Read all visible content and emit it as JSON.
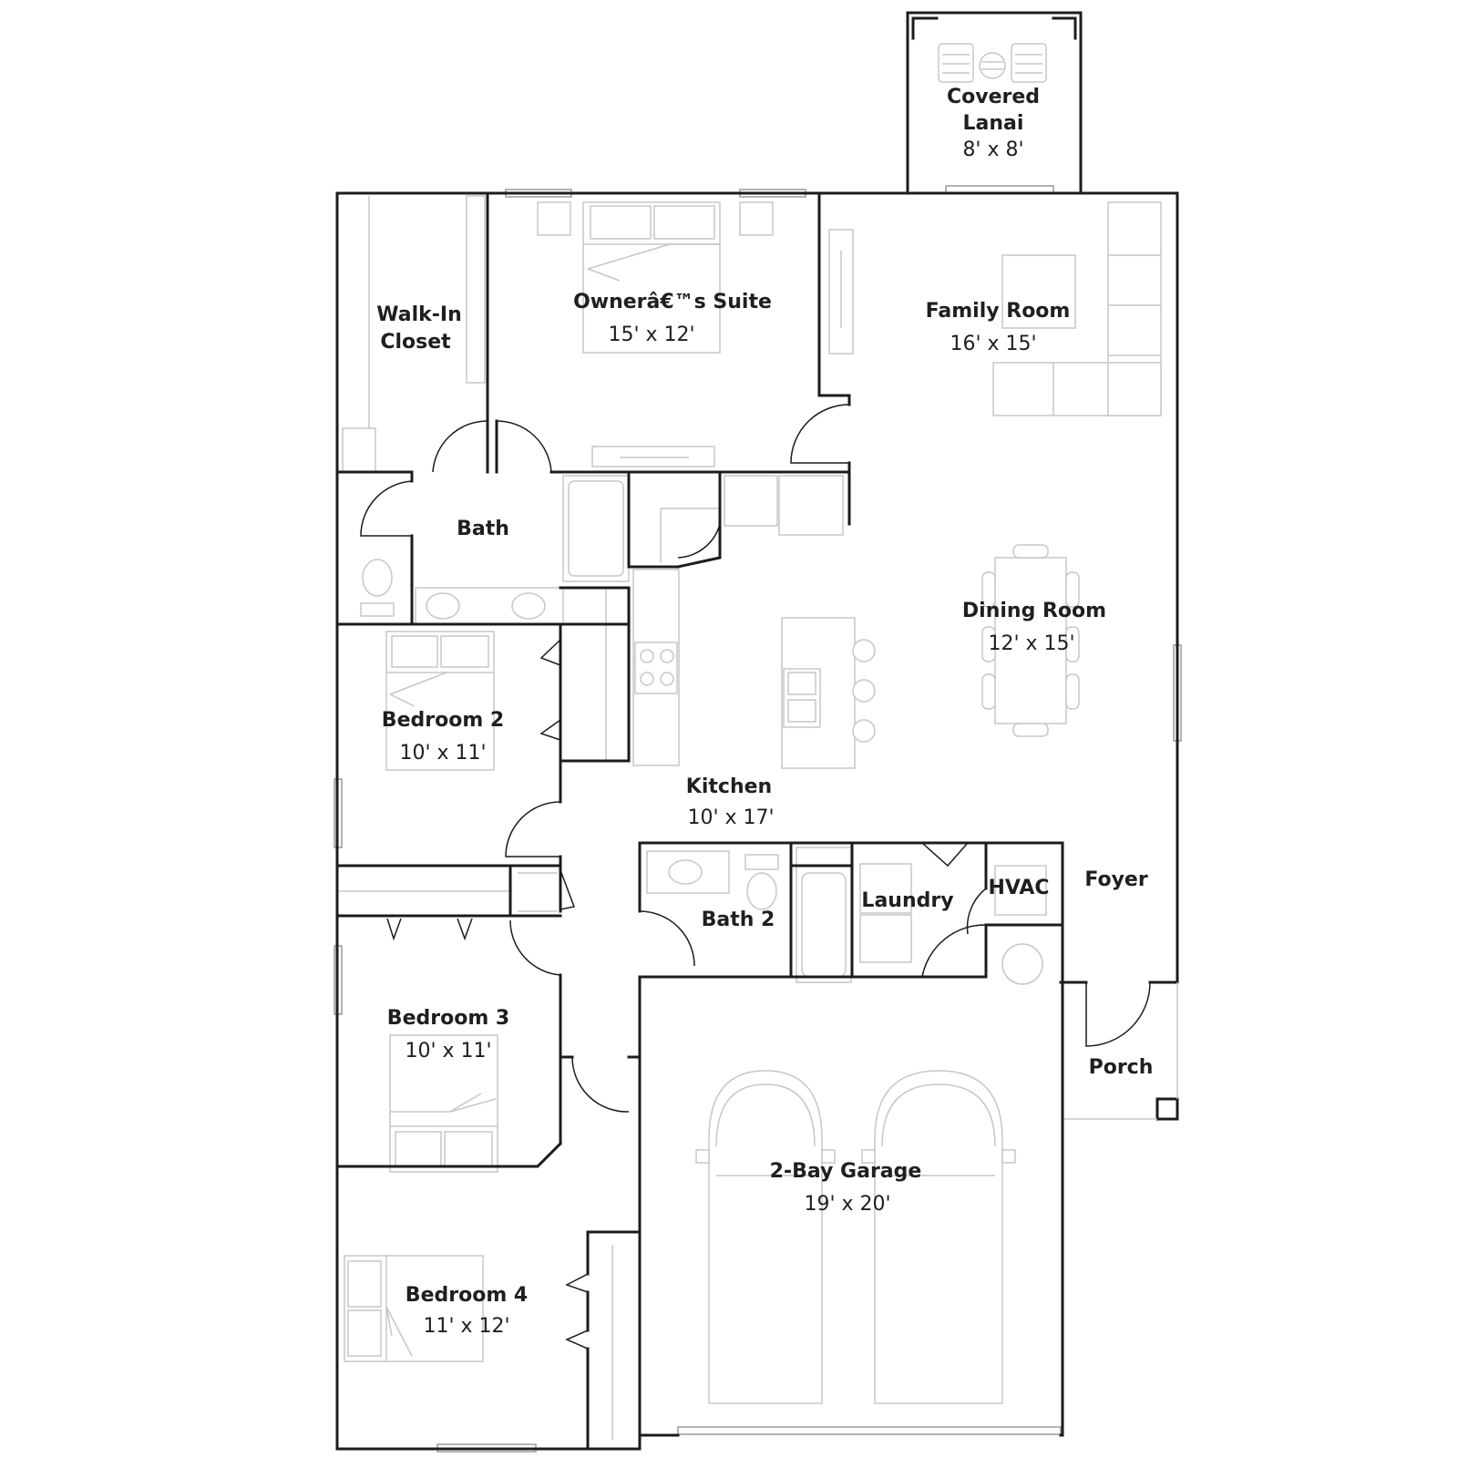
{
  "rooms": {
    "lanai": {
      "name_line1": "Covered",
      "name_line2": "Lanai",
      "dims": "8' x 8'"
    },
    "owners": {
      "name": "Ownerâ€™s Suite",
      "dims": "15' x 12'"
    },
    "closet": {
      "name_line1": "Walk-In",
      "name_line2": "Closet"
    },
    "family": {
      "name": "Family Room",
      "dims": "16' x 15'"
    },
    "bath": {
      "name": "Bath"
    },
    "dining": {
      "name": "Dining Room",
      "dims": "12' x 15'"
    },
    "bedroom2": {
      "name": "Bedroom 2",
      "dims": "10' x 11'"
    },
    "kitchen": {
      "name": "Kitchen",
      "dims": "10' x 17'"
    },
    "bath2": {
      "name": "Bath 2"
    },
    "laundry": {
      "name": "Laundry"
    },
    "hvac": {
      "name": "HVAC"
    },
    "foyer": {
      "name": "Foyer"
    },
    "bedroom3": {
      "name": "Bedroom 3",
      "dims": "10' x 11'"
    },
    "porch": {
      "name": "Porch"
    },
    "garage": {
      "name": "2-Bay Garage",
      "dims": "19' x 20'"
    },
    "bedroom4": {
      "name": "Bedroom 4",
      "dims": "11' x 12'"
    }
  }
}
